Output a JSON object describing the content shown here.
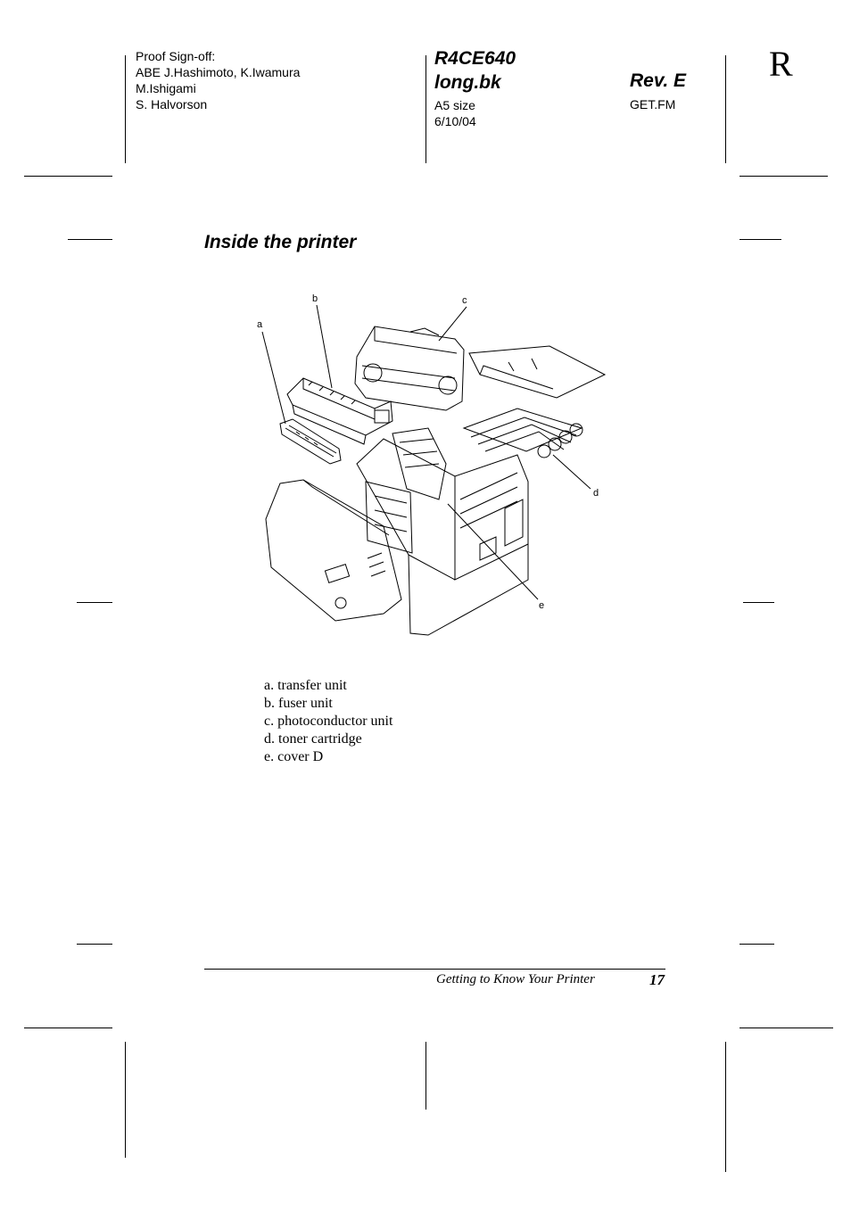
{
  "header": {
    "proof_signoff": [
      "Proof Sign-off:",
      "ABE J.Hashimoto, K.Iwamura",
      "M.Ishigami",
      "S. Halvorson"
    ],
    "doc_code": "R4CE640",
    "book": "long.bk",
    "revision": "Rev. E",
    "size": "A5 size",
    "date": "6/10/04",
    "file": "GET.FM",
    "corner_letter": "R"
  },
  "section": {
    "title": "Inside the printer"
  },
  "figure": {
    "callouts": [
      "a",
      "b",
      "c",
      "d",
      "e"
    ]
  },
  "legend": [
    "a. transfer unit",
    "b. fuser unit",
    "c. photoconductor unit",
    "d. toner cartridge",
    "e. cover D"
  ],
  "footer": {
    "chapter": "Getting to Know Your Printer",
    "page": "17"
  }
}
